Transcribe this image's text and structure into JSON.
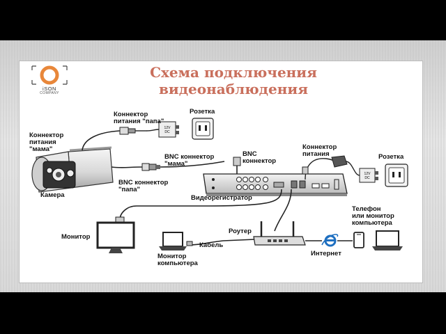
{
  "title": {
    "line1": "Схема подключения",
    "line2": "видеонаблюдения"
  },
  "logo": {
    "name": "iSON",
    "subtitle": "COMPANY"
  },
  "labels": {
    "power_connector_male": "Коннектор\nпитания \"папа\"",
    "socket_left": "Розетка",
    "power_connector_female": "Коннектор\nпитания\n\"мама\"",
    "bnc_connector_female": "BNC коннектор\n\"мама\"",
    "bnc_connector": "BNC\nконнектор",
    "power_connector_right": "Коннектор\nпитания",
    "socket_right": "Розетка",
    "camera": "Камера",
    "bnc_connector_male": "BNC коннектор\n\"папа\"",
    "dvr": "Видеорегистратор",
    "phone_or_pc": "Телефон\nили монитор\nкомпьютера",
    "monitor": "Монитор",
    "router": "Роутер",
    "cable": "Кабель",
    "internet": "Интернет",
    "pc_monitor": "Монитор\nкомпьютера"
  },
  "adapter_text": {
    "left": "12V\nDC",
    "right": "12V\nDC"
  },
  "icons": [
    "camera-icon",
    "power-adapter-icon",
    "socket-icon",
    "dvr-icon",
    "monitor-icon",
    "laptop-icon",
    "router-icon",
    "internet-explorer-icon",
    "phone-icon"
  ],
  "colors": {
    "title": "#c96f5c",
    "logo": "#e8873a",
    "line": "#222222"
  }
}
